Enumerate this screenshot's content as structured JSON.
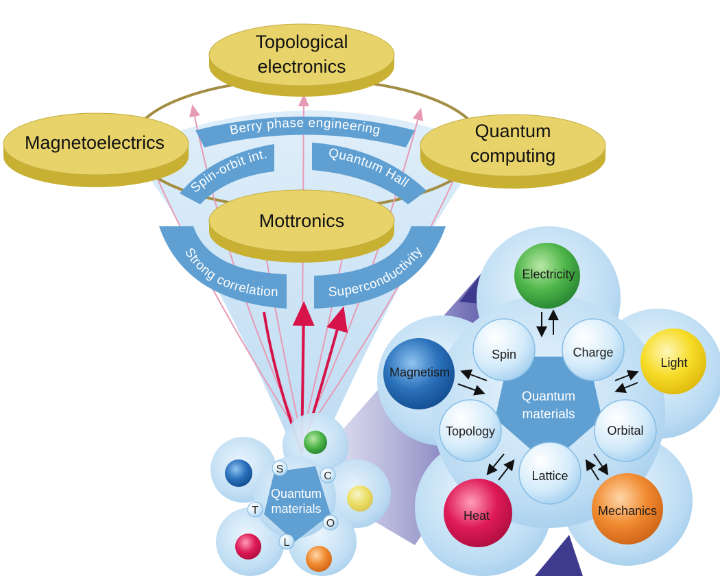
{
  "discs": {
    "topological": [
      "Topological",
      "electronics"
    ],
    "magnetoelectrics": "Magnetoelectrics",
    "quantum_computing": [
      "Quantum",
      "computing"
    ],
    "mottronics": "Mottronics"
  },
  "bands": {
    "berry": "Berry phase engineering",
    "spin_orbit": "Spin-orbit int.",
    "quantum_hall": "Quantum Hall",
    "strong_correlation": "Strong correlation",
    "superconductivity": "Superconductivity"
  },
  "cluster": {
    "core": [
      "Quantum",
      "materials"
    ],
    "inner": {
      "spin": "Spin",
      "charge": "Charge",
      "orbital": "Orbital",
      "lattice": "Lattice",
      "topology": "Topology"
    },
    "outer": {
      "electricity": "Electricity",
      "light": "Light",
      "mechanics": "Mechanics",
      "heat": "Heat",
      "magnetism": "Magnetism"
    }
  },
  "mini_cluster": {
    "core": [
      "Quantum",
      "materials"
    ],
    "letters": {
      "s": "S",
      "c": "C",
      "o": "O",
      "l": "L",
      "t": "T"
    }
  },
  "colors": {
    "disc": "#e8d36a",
    "disc_side": "#c8b033",
    "band": "#5f9fd2",
    "arrow_red": "#d6144a",
    "arrow_pink": "#e79ab4",
    "electricity": "#3fa646",
    "light": "#f3d51e",
    "mechanics": "#ee7f2a",
    "heat": "#d81553",
    "magnetism": "#1d63ae"
  }
}
